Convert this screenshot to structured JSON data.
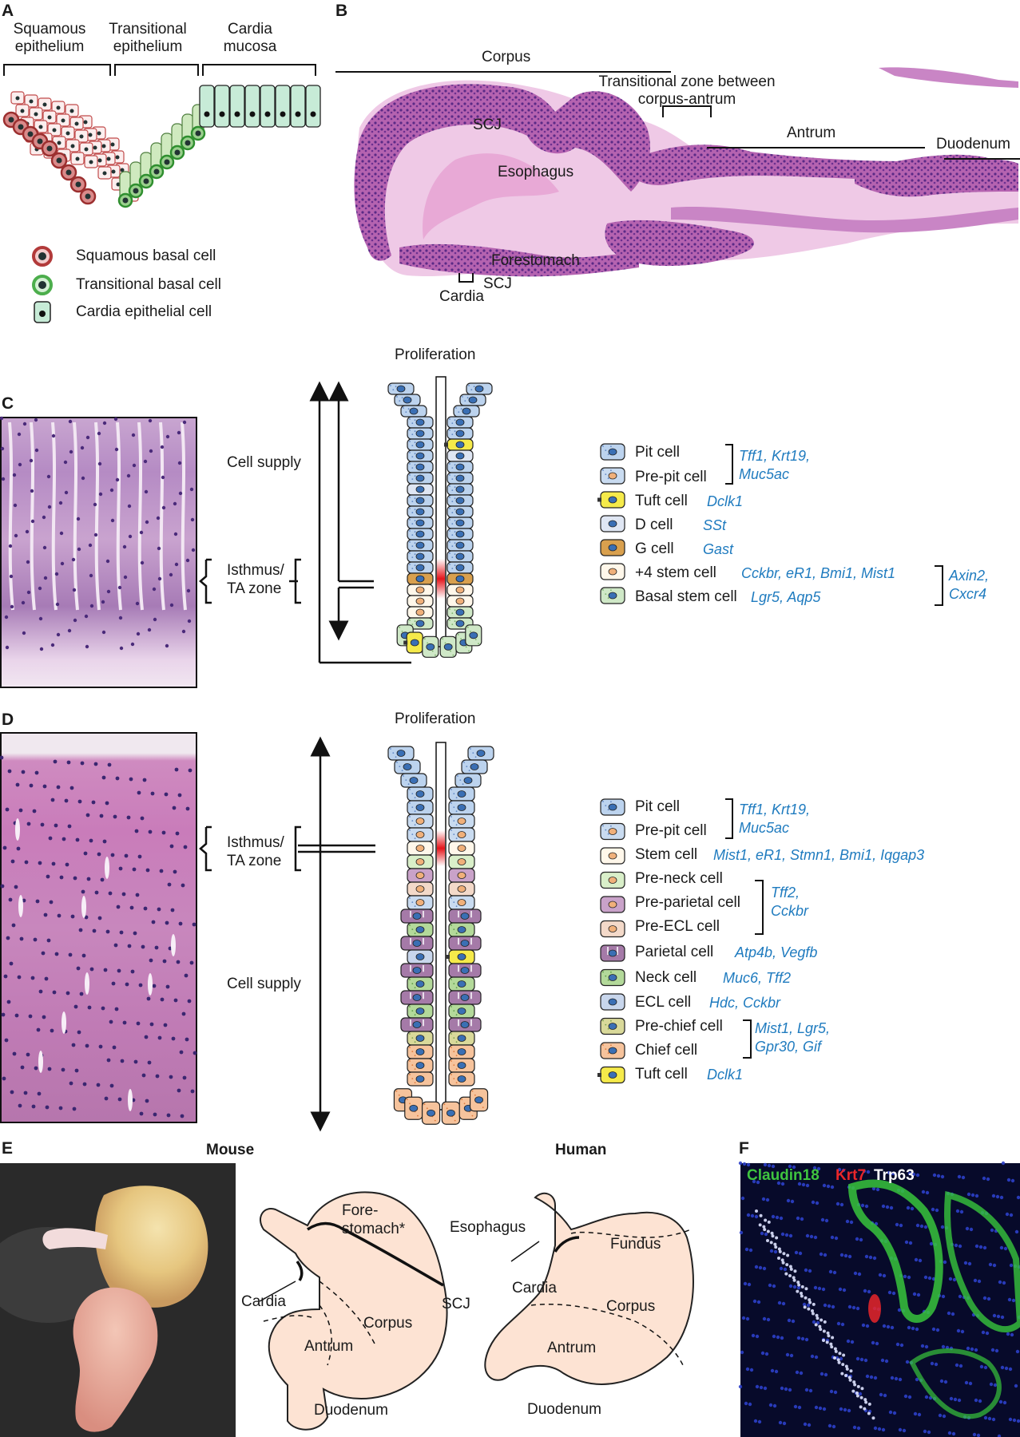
{
  "panels": {
    "A": {
      "label": "A",
      "regions": [
        "Squamous epithelium",
        "Transitional epithelium",
        "Cardia mucosa"
      ],
      "legend": [
        "Squamous basal cell",
        "Transitional basal cell",
        "Cardia epithelial cell"
      ],
      "colors": {
        "squamous": "#b23a3a",
        "transitional": "#4cae4c",
        "cardia": "#a8dcc2"
      }
    },
    "B": {
      "label": "B",
      "labels": {
        "corpus": "Corpus",
        "transitional_zone": "Transitional zone between corpus-antrum",
        "antrum": "Antrum",
        "duodenum": "Duodenum",
        "scj_top": "SCJ",
        "esophagus": "Esophagus",
        "forestomach": "Forestomach",
        "scj_bottom": "SCJ",
        "cardia": "Cardia"
      }
    },
    "C": {
      "label": "C",
      "proliferation": "Proliferation",
      "cell_supply": "Cell supply",
      "isthmus": "Isthmus/ TA zone",
      "legend": [
        {
          "name": "Pit cell",
          "type": "pit"
        },
        {
          "name": "Pre-pit cell",
          "type": "prepit"
        },
        {
          "name": "Tuft cell",
          "type": "tuft",
          "genes": "Dclk1"
        },
        {
          "name": "D cell",
          "type": "d",
          "genes": "SSt"
        },
        {
          "name": "G cell",
          "type": "g",
          "genes": "Gast"
        },
        {
          "name": "+4 stem cell",
          "type": "stem",
          "genes": "Cckbr, eR1, Bmi1, Mist1"
        },
        {
          "name": "Basal stem cell",
          "type": "basal",
          "genes": "Lgr5, Aqp5"
        }
      ],
      "group_pit_genes": "Tff1, Krt19, Muc5ac",
      "group_stem_genes": "Axin2, Cxcr4"
    },
    "D": {
      "label": "D",
      "proliferation": "Proliferation",
      "cell_supply": "Cell supply",
      "isthmus": "Isthmus/ TA zone",
      "legend": [
        {
          "name": "Pit cell",
          "type": "pit"
        },
        {
          "name": "Pre-pit cell",
          "type": "prepit"
        },
        {
          "name": "Stem cell",
          "type": "stem",
          "genes": "Mist1, eR1, Stmn1, Bmi1, Iqgap3"
        },
        {
          "name": "Pre-neck cell",
          "type": "preneck"
        },
        {
          "name": "Pre-parietal cell",
          "type": "preparietal"
        },
        {
          "name": "Pre-ECL cell",
          "type": "preecl"
        },
        {
          "name": "Parietal cell",
          "type": "parietal",
          "genes": "Atp4b, Vegfb"
        },
        {
          "name": "Neck cell",
          "type": "neck",
          "genes": "Muc6, Tff2"
        },
        {
          "name": "ECL cell",
          "type": "ecl",
          "genes": "Hdc, Cckbr"
        },
        {
          "name": "Pre-chief cell",
          "type": "prechief"
        },
        {
          "name": "Chief cell",
          "type": "chief"
        },
        {
          "name": "Tuft cell",
          "type": "tuft",
          "genes": "Dclk1"
        }
      ],
      "group_pit_genes": "Tff1, Krt19, Muc5ac",
      "group_pre_genes": "Tff2, Cckbr",
      "group_chief_genes": "Mist1, Lgr5, Gpr30, Gif"
    },
    "E": {
      "label": "E",
      "mouse_title": "Mouse",
      "human_title": "Human",
      "mouse_labels": {
        "forestomach": "Fore- stomach*",
        "cardia": "Cardia",
        "corpus": "Corpus",
        "antrum": "Antrum",
        "scj": "SCJ",
        "duodenum": "Duodenum"
      },
      "human_labels": {
        "esophagus": "Esophagus",
        "fundus": "Fundus",
        "cardia": "Cardia",
        "corpus": "Corpus",
        "antrum": "Antrum",
        "duodenum": "Duodenum"
      },
      "stomach_fill": "#fde3d3"
    },
    "F": {
      "label": "F",
      "stain_1": "Claudin18",
      "stain_2": "Krt7",
      "stain_3": "Trp63",
      "colors": {
        "stain_1": "#3fc43f",
        "stain_2": "#e8262a",
        "stain_3": "#ffffff"
      }
    }
  }
}
